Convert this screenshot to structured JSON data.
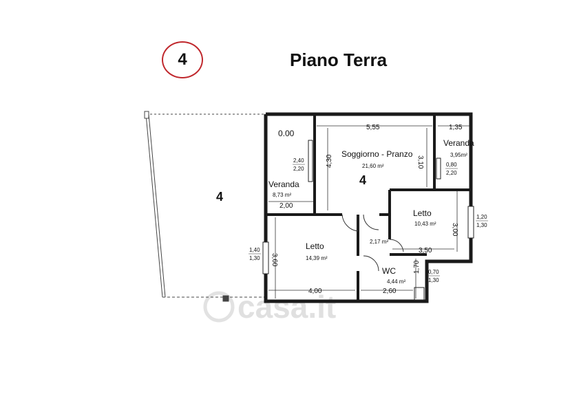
{
  "header": {
    "badge_number": "4",
    "badge_color": "#c0282d",
    "title": "Piano Terra"
  },
  "plan": {
    "garden_number": "4",
    "unit_number": "4",
    "rooms": {
      "top_left_value": "0.00",
      "veranda_left_name": "Veranda",
      "veranda_left_area": "8,73 m²",
      "soggiorno_name": "Soggiorno - Pranzo",
      "soggiorno_area": "21,60 m²",
      "veranda_right_name": "Veranda",
      "veranda_right_area": "3,95m²",
      "letto_right_name": "Letto",
      "letto_right_area": "10,43 m²",
      "letto_left_name": "Letto",
      "letto_left_area": "14,39 m²",
      "hall_area": "2,17 m²",
      "wc_name": "WC",
      "wc_area": "4,44 m²"
    },
    "dimensions": {
      "d_555": "5,55",
      "d_135": "1,35",
      "d_310": "3,10",
      "d_430": "4,30",
      "d_200": "2,00",
      "d_300": "3,00",
      "d_350": "3,50",
      "d_360": "3,60",
      "d_170": "1,70",
      "d_400": "4,00",
      "d_260": "2,60"
    },
    "windows": {
      "w_veranda_top": "2,40",
      "w_veranda_bottom": "2,20",
      "w_verandar_top": "0,80",
      "w_verandar_bottom": "2,20",
      "w_lettor_top": "1,20",
      "w_lettor_bottom": "1,30",
      "w_lettol_top": "1,40",
      "w_lettol_bottom": "1,30",
      "w_wc_top": "0,70",
      "w_wc_bottom": "1,30"
    },
    "watermark": "casa.it"
  }
}
